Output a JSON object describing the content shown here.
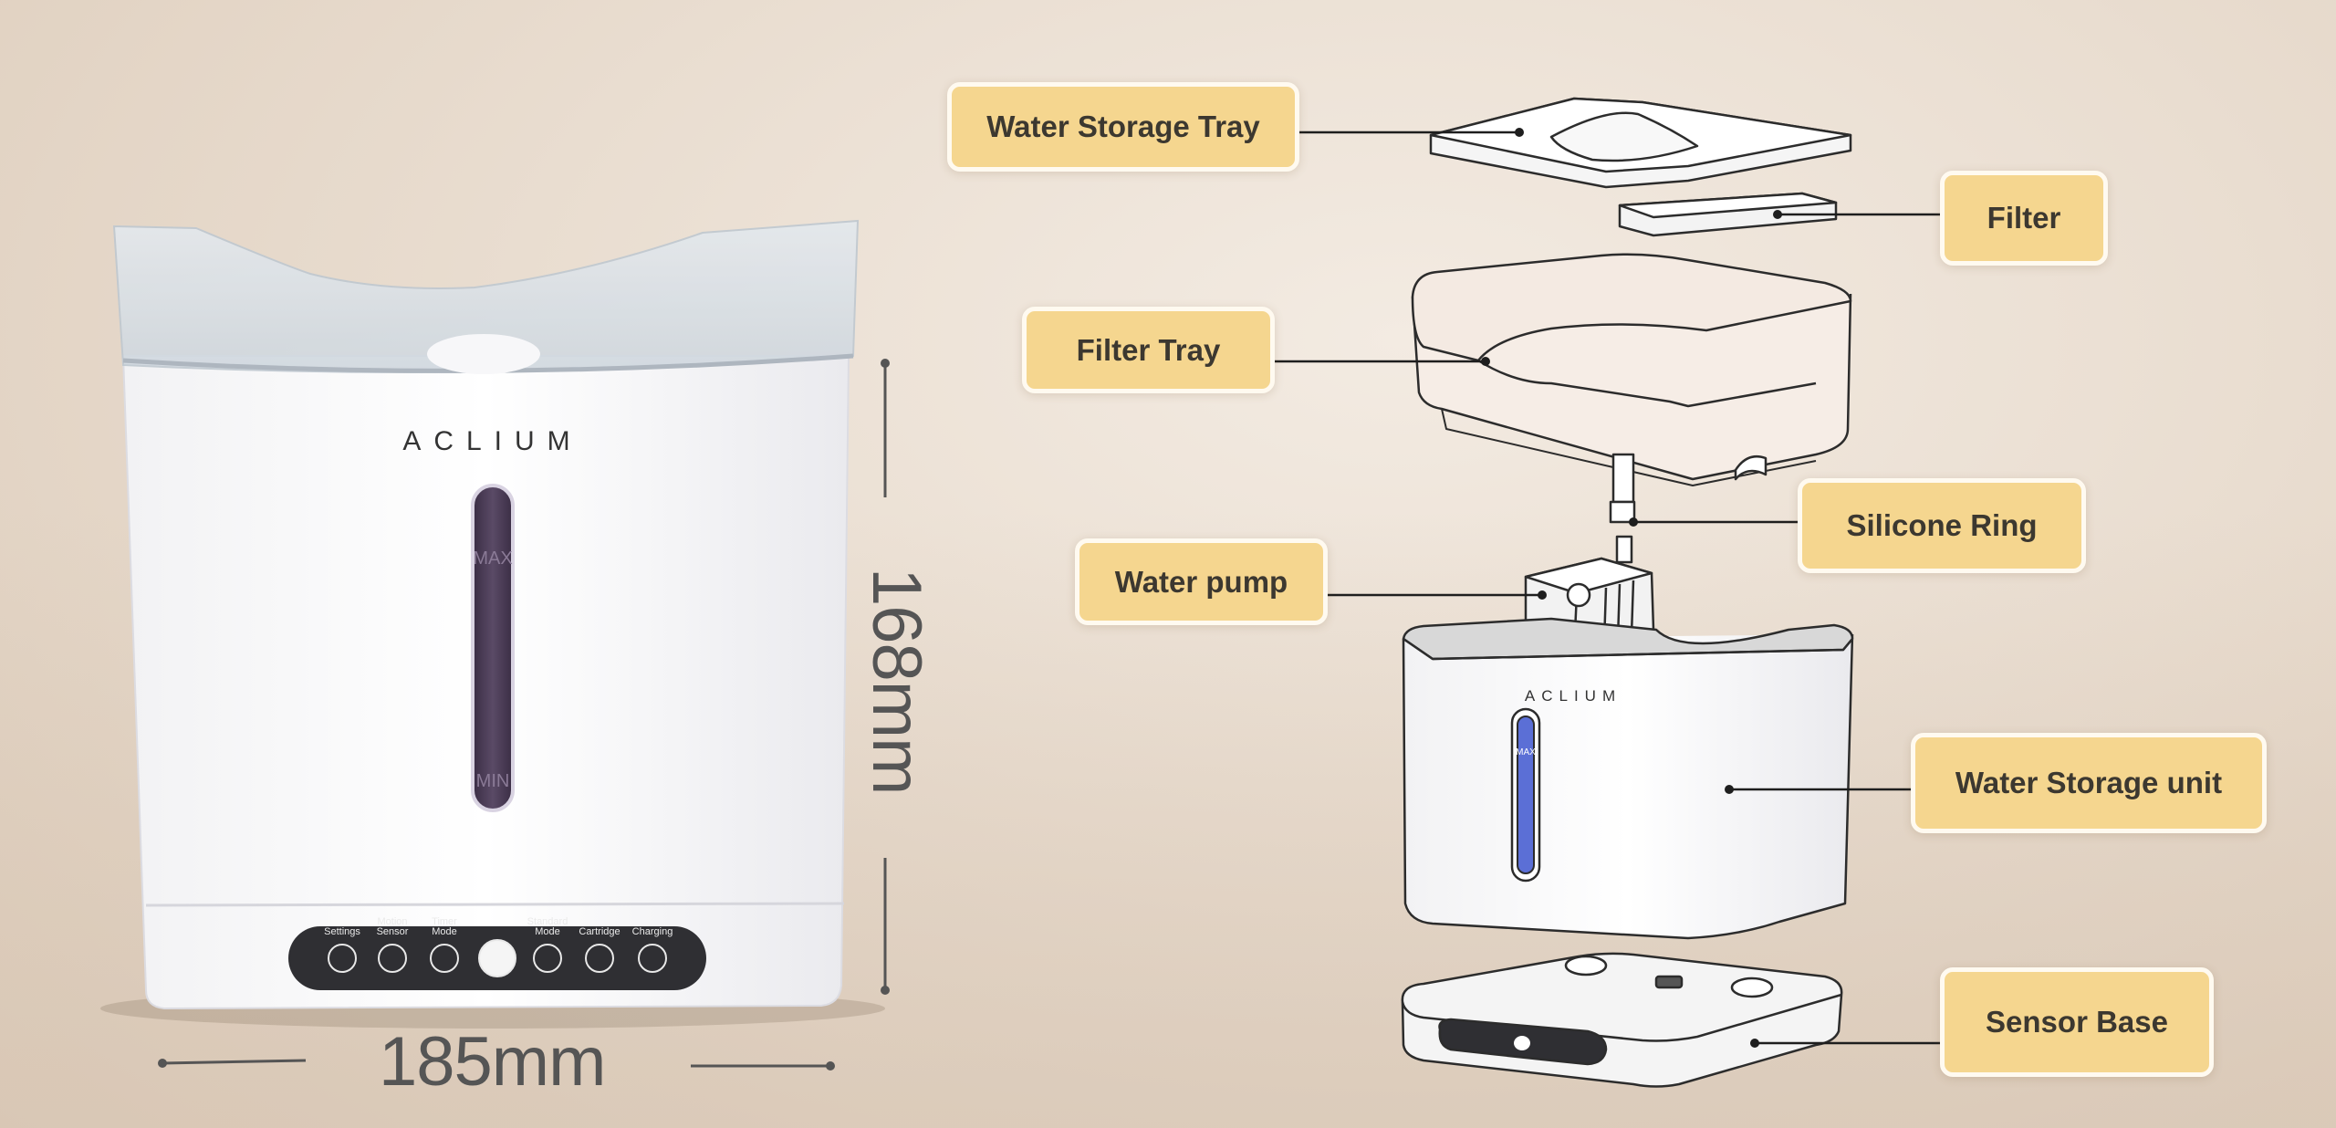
{
  "brand": "ACLIUM",
  "dimensions": {
    "width": "185mm",
    "height": "168mm"
  },
  "level_marks": {
    "max": "MAX",
    "min": "MIN"
  },
  "control_panel": {
    "buttons": [
      {
        "label": "Settings",
        "icon": "fan-icon"
      },
      {
        "label": "Motion Sensor",
        "icon": "motion-sensor-icon"
      },
      {
        "label": "Timer Mode",
        "icon": "timer-icon"
      },
      {
        "label": "",
        "icon": "power-button"
      },
      {
        "label": "Standard Mode",
        "icon": "wave-icon"
      },
      {
        "label": "Cartridge",
        "icon": "cartridge-icon"
      },
      {
        "label": "Charging",
        "icon": "lightning-icon"
      }
    ]
  },
  "parts": [
    {
      "label": "Water Storage Tray"
    },
    {
      "label": "Filter"
    },
    {
      "label": "Filter Tray"
    },
    {
      "label": "Silicone Ring"
    },
    {
      "label": "Water pump"
    },
    {
      "label": "Water Storage unit"
    },
    {
      "label": "Sensor Base"
    }
  ],
  "colors": {
    "label_fill": "#f5d68f",
    "label_border": "#fffaf0",
    "panel_dark": "#2f2f33",
    "water_window": "#4a3a55",
    "water_window_blue": "#5b6fd6"
  }
}
